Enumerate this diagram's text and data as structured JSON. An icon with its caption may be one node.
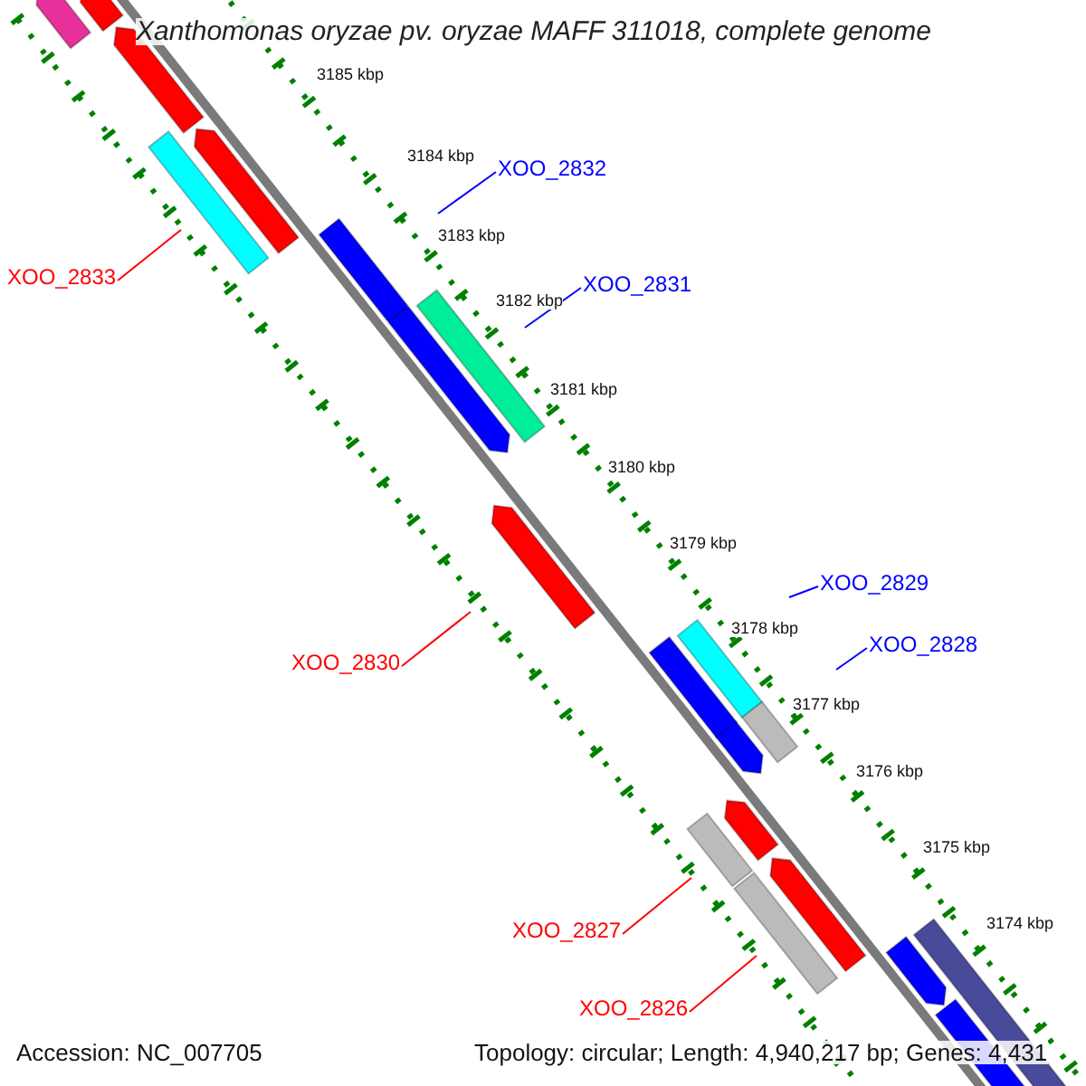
{
  "diagram": {
    "title": "Xanthomonas oryzae pv. oryzae MAFF 311018, complete genome",
    "nodes": [
      {
        "text": [
          "XOO_2832"
        ]
      },
      {
        "text": [
          "XOO_2833"
        ]
      },
      {
        "text": [
          "XOO_2831"
        ]
      },
      {
        "text": [
          "XOO_2829"
        ]
      },
      {
        "text": [
          "XOO_2828"
        ]
      },
      {
        "text": [
          "XOO_2830"
        ]
      },
      {
        "text": [
          "XOO_2827"
        ]
      },
      {
        "text": [
          "XOO_2826"
        ]
      }
    ],
    "edges": [
      {
        "from": 0,
        "to": null,
        "arrow": "none",
        "color": "#0000ff"
      },
      {
        "from": 1,
        "to": null,
        "arrow": "none",
        "color": "#ff0000"
      },
      {
        "from": 2,
        "to": null,
        "arrow": "none",
        "color": "#0000ff"
      },
      {
        "from": 3,
        "to": null,
        "arrow": "none",
        "color": "#0000ff"
      },
      {
        "from": 4,
        "to": null,
        "arrow": "none",
        "color": "#0000ff"
      },
      {
        "from": 5,
        "to": null,
        "arrow": "none",
        "color": "#ff0000"
      },
      {
        "from": 6,
        "to": null,
        "arrow": "none",
        "color": "#ff0000"
      },
      {
        "from": 7,
        "to": null,
        "arrow": "none",
        "color": "#ff0000"
      }
    ],
    "labels": [
      "3185 kbp",
      "3184 kbp",
      "3183 kbp",
      "3182 kbp",
      "3181 kbp",
      "3180 kbp",
      "3179 kbp",
      "3178 kbp",
      "3177 kbp",
      "3176 kbp",
      "3175 kbp",
      "3174 kbp",
      "Accession: NC_007705",
      "Topology: circular; Length: 4,940,217 bp; Genes: 4,431"
    ]
  }
}
